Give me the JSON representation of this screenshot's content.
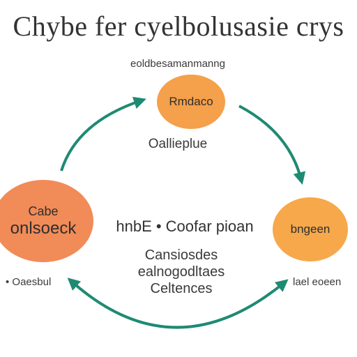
{
  "title": "Chybe fer cyelbolusasie crys",
  "top_caption": "eoldbesamanmanng",
  "nodes": {
    "top": {
      "label": "Rmdaco"
    },
    "left": {
      "line1": "Cabe",
      "line2": "onlsoeck"
    },
    "right": {
      "label": "bngeen"
    }
  },
  "top_sub": "Oallieplue",
  "center_line": "hnbE • Coofar pioan",
  "center_block": {
    "line1": "Cansiosdes",
    "line2": "ealnogodltaes",
    "line3": "Celtences"
  },
  "left_caption": "• Oaesbul",
  "right_caption": "lael eoeen",
  "colors": {
    "arrow": "#1f8a73",
    "node_top": "#f5a04a",
    "node_left": "#f18b58",
    "node_right": "#f6a84a"
  }
}
